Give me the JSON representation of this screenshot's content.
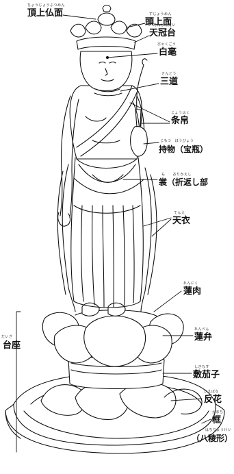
{
  "labels": {
    "chojo_butsumen": "頂上仏面",
    "chojo_butsumen_ruby": "ちょうじょうぶつめん",
    "zujo_men": "頭上面",
    "zujo_men_ruby": "ずじょうめん",
    "tenkan_dai": "天冠台",
    "tenkan_dai_ruby": "てんかんだい",
    "byakugo": "白毫",
    "byakugo_ruby": "びゃくごう",
    "sando": "三道",
    "sando_ruby": "さんどう",
    "johaku": "条帛",
    "johaku_ruby": "じょうはく",
    "jimotsu": "持物（宝瓶）",
    "jimotsu_ruby": "じもつ　ほうびょう",
    "mo": "裳（折返し部",
    "mo_ruby": "も　　おりかえし",
    "ten_e": "天衣",
    "ten_e_ruby": "てんえ",
    "daiza": "台座",
    "daiza_ruby": "だいざ",
    "renniku": "蓮肉",
    "renniku_ruby": "れんにく",
    "renben": "蓮弁",
    "renben_ruby": "れんべん",
    "shikinasu": "敷茄子",
    "shikinasu_ruby": "しきなす",
    "kaebana": "反花",
    "kaebana_ruby": "かえばな",
    "kamachi": "框",
    "kamachi_ruby": "かまち",
    "hachiryo": "（八稜形）",
    "hachiryo_ruby": "はちりょうけい"
  },
  "colors": {
    "ink": "#111111",
    "paper": "#ffffff"
  }
}
